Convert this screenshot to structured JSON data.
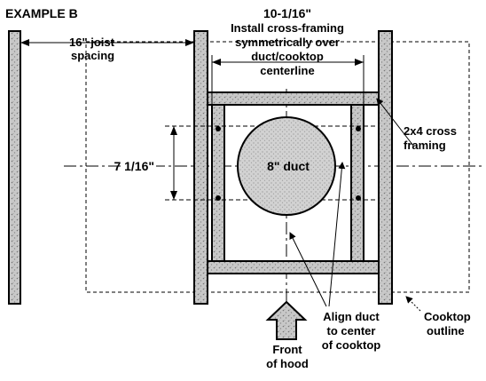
{
  "heading": "EXAMPLE B",
  "labels": {
    "joist_spacing_line1": "16\" joist",
    "joist_spacing_line2": "spacing",
    "offset_dimension": "10-1/16\"",
    "instruction_line1": "Install cross-framing",
    "instruction_line2": "symmetrically over",
    "instruction_line3": "duct/cooktop",
    "instruction_line4": "centerline",
    "vertical_dimension": "7 1/16\"",
    "duct": "8\" duct",
    "cross_framing_line1": "2x4 cross",
    "cross_framing_line2": "framing",
    "align_line1": "Align duct",
    "align_line2": "to center",
    "align_line3": "of cooktop",
    "front_line1": "Front",
    "front_line2": "of hood",
    "cooktop_line1": "Cooktop",
    "cooktop_line2": "outline"
  },
  "colors": {
    "lumber_fill": "#c8c8c8",
    "stroke": "#000000",
    "background": "#ffffff"
  }
}
